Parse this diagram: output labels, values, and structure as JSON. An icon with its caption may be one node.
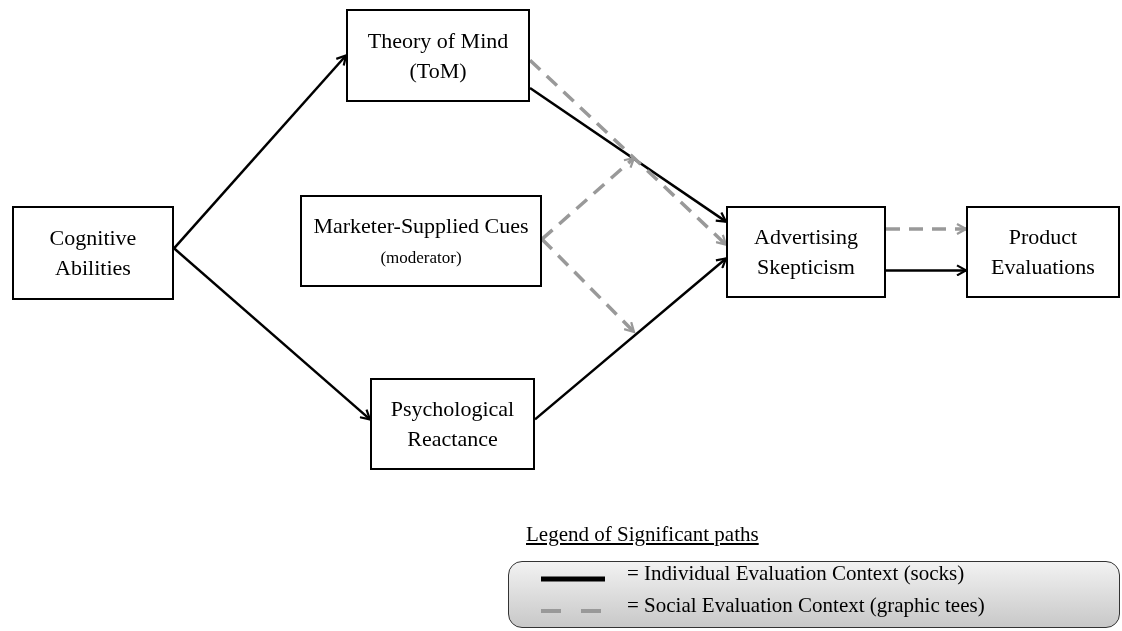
{
  "diagram": {
    "nodes": [
      {
        "text": [
          "Cognitive Abilities"
        ]
      },
      {
        "text": [
          "Theory of Mind (ToM)"
        ]
      },
      {
        "text": [
          "Marketer-Supplied Cues",
          "(moderator)"
        ]
      },
      {
        "text": [
          "Psychological Reactance"
        ]
      },
      {
        "text": [
          "Advertising Skepticism"
        ]
      },
      {
        "text": [
          "Product Evaluations"
        ]
      }
    ],
    "edges": [
      {
        "from": 0,
        "to": 1,
        "arrow": "to"
      },
      {
        "from": 0,
        "to": 3,
        "arrow": "to"
      },
      {
        "from": 1,
        "to": 4,
        "arrow": "to"
      },
      {
        "from": 1,
        "to": 4,
        "arrow": "to",
        "style": "dashed",
        "color": "#999999"
      },
      {
        "from": 3,
        "to": 4,
        "arrow": "to"
      },
      {
        "from": 2,
        "to": null,
        "arrow": "to",
        "style": "dashed",
        "color": "#999999"
      },
      {
        "from": 2,
        "to": null,
        "arrow": "to",
        "style": "dashed",
        "color": "#999999"
      },
      {
        "from": 4,
        "to": 5,
        "arrow": "to"
      },
      {
        "from": 4,
        "to": 5,
        "arrow": "to",
        "style": "dashed",
        "color": "#999999"
      }
    ],
    "labels": [
      "Legend of Significant paths"
    ],
    "legend": [
      {
        "text": "= Individual Evaluation Context (socks)"
      },
      {
        "text": "= Social Evaluation Context (graphic tees)"
      }
    ]
  }
}
